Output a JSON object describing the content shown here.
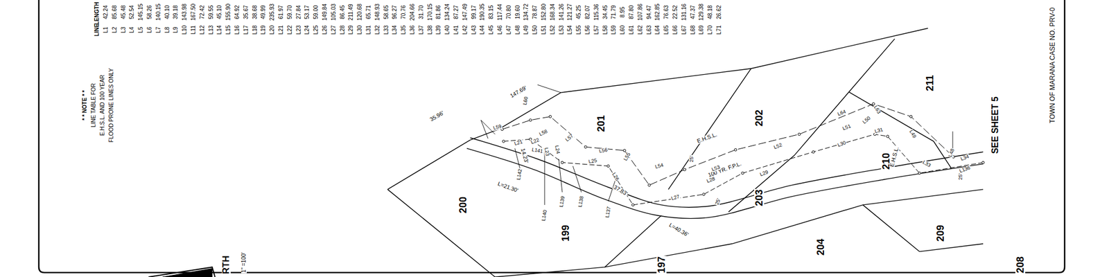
{
  "diagram": {
    "labels": [
      "* * NOTE * *",
      "LINE TABLE FOR",
      "E.H.S.L. AND 100 YEAR",
      "FLOOD PRONE LINES ONLY",
      "LINE",
      "LENGTH",
      "L1",
      "L2",
      "L3",
      "L4",
      "L5",
      "L6",
      "L7",
      "L8",
      "L9",
      "L10",
      "L11",
      "L12",
      "L13",
      "L14",
      "L15",
      "L16",
      "L17",
      "L18",
      "L19",
      "L20",
      "L21",
      "L22",
      "L23",
      "L24",
      "L25",
      "L26",
      "L27",
      "L28",
      "L29",
      "L30",
      "L31",
      "L32",
      "L33",
      "L34",
      "L35",
      "L36",
      "L37",
      "L38",
      "L39",
      "L40",
      "L41",
      "L42",
      "L43",
      "L44",
      "L45",
      "L46",
      "L47",
      "L48",
      "L49",
      "L50",
      "L51",
      "L52",
      "L53",
      "L54",
      "L55",
      "L56",
      "L57",
      "L58",
      "L59",
      "L60",
      "L61",
      "L62",
      "L63",
      "L64",
      "L65",
      "L66",
      "L67",
      "L68",
      "L69",
      "L70",
      "L71",
      "42.24",
      "85.68",
      "45.48",
      "52.54",
      "145.15",
      "58.26",
      "140.15",
      "40.10",
      "39.18",
      "143.98",
      "167.50",
      "72.42",
      "59.55",
      "45.10",
      "155.90",
      "64.92",
      "35.67",
      "38.68",
      "49.99",
      "235.93",
      "61.97",
      "59.70",
      "27.84",
      "53.17",
      "59.00",
      "149.84",
      "105.03",
      "86.45",
      "211.49",
      "120.68",
      "65.71",
      "148.93",
      "58.65",
      "96.27",
      "70.76",
      "204.66",
      "31.70",
      "170.15",
      "81.86",
      "134.24",
      "87.27",
      "147.49",
      "99.17",
      "190.35",
      "83.15",
      "117.44",
      "70.80",
      "19.60",
      "134.72",
      "78.87",
      "152.80",
      "168.34",
      "141.26",
      "121.27",
      "45.25",
      "82.07",
      "115.36",
      "34.45",
      "71.79",
      "8.95",
      "87.80",
      "107.86",
      "94.47",
      "162.85",
      "76.63",
      "22.52",
      "131.16",
      "47.37",
      "129.38",
      "48.18",
      "26.62",
      "200",
      "199",
      "201",
      "202",
      "203",
      "211",
      "210",
      "209",
      "204",
      "197",
      "208",
      "SEE SHEET 5",
      "TOWN OF MARANA CASE NO. PRV-0",
      "RTH",
      "1\" =100'",
      "147.69'",
      "35.96'",
      "L=21.30'",
      "L=40.36'",
      "37.83'",
      "14.23'",
      "25'",
      "25'",
      "25'",
      "E.H.S.L.",
      "100 YR. F.P.L.",
      "E.H.S.L.",
      "L60",
      "L59",
      "L58",
      "L57",
      "L22",
      "L56",
      "L55",
      "L54",
      "L53",
      "L28",
      "L29",
      "L52",
      "L30",
      "L51",
      "L31",
      "L64",
      "L50",
      "L63",
      "L49",
      "L48",
      "L34",
      "L136",
      "L33",
      "L21",
      "L141",
      "L24",
      "L23",
      "L25",
      "L26",
      "L27",
      "L142",
      "L140",
      "L139",
      "L138",
      "L137"
    ]
  }
}
